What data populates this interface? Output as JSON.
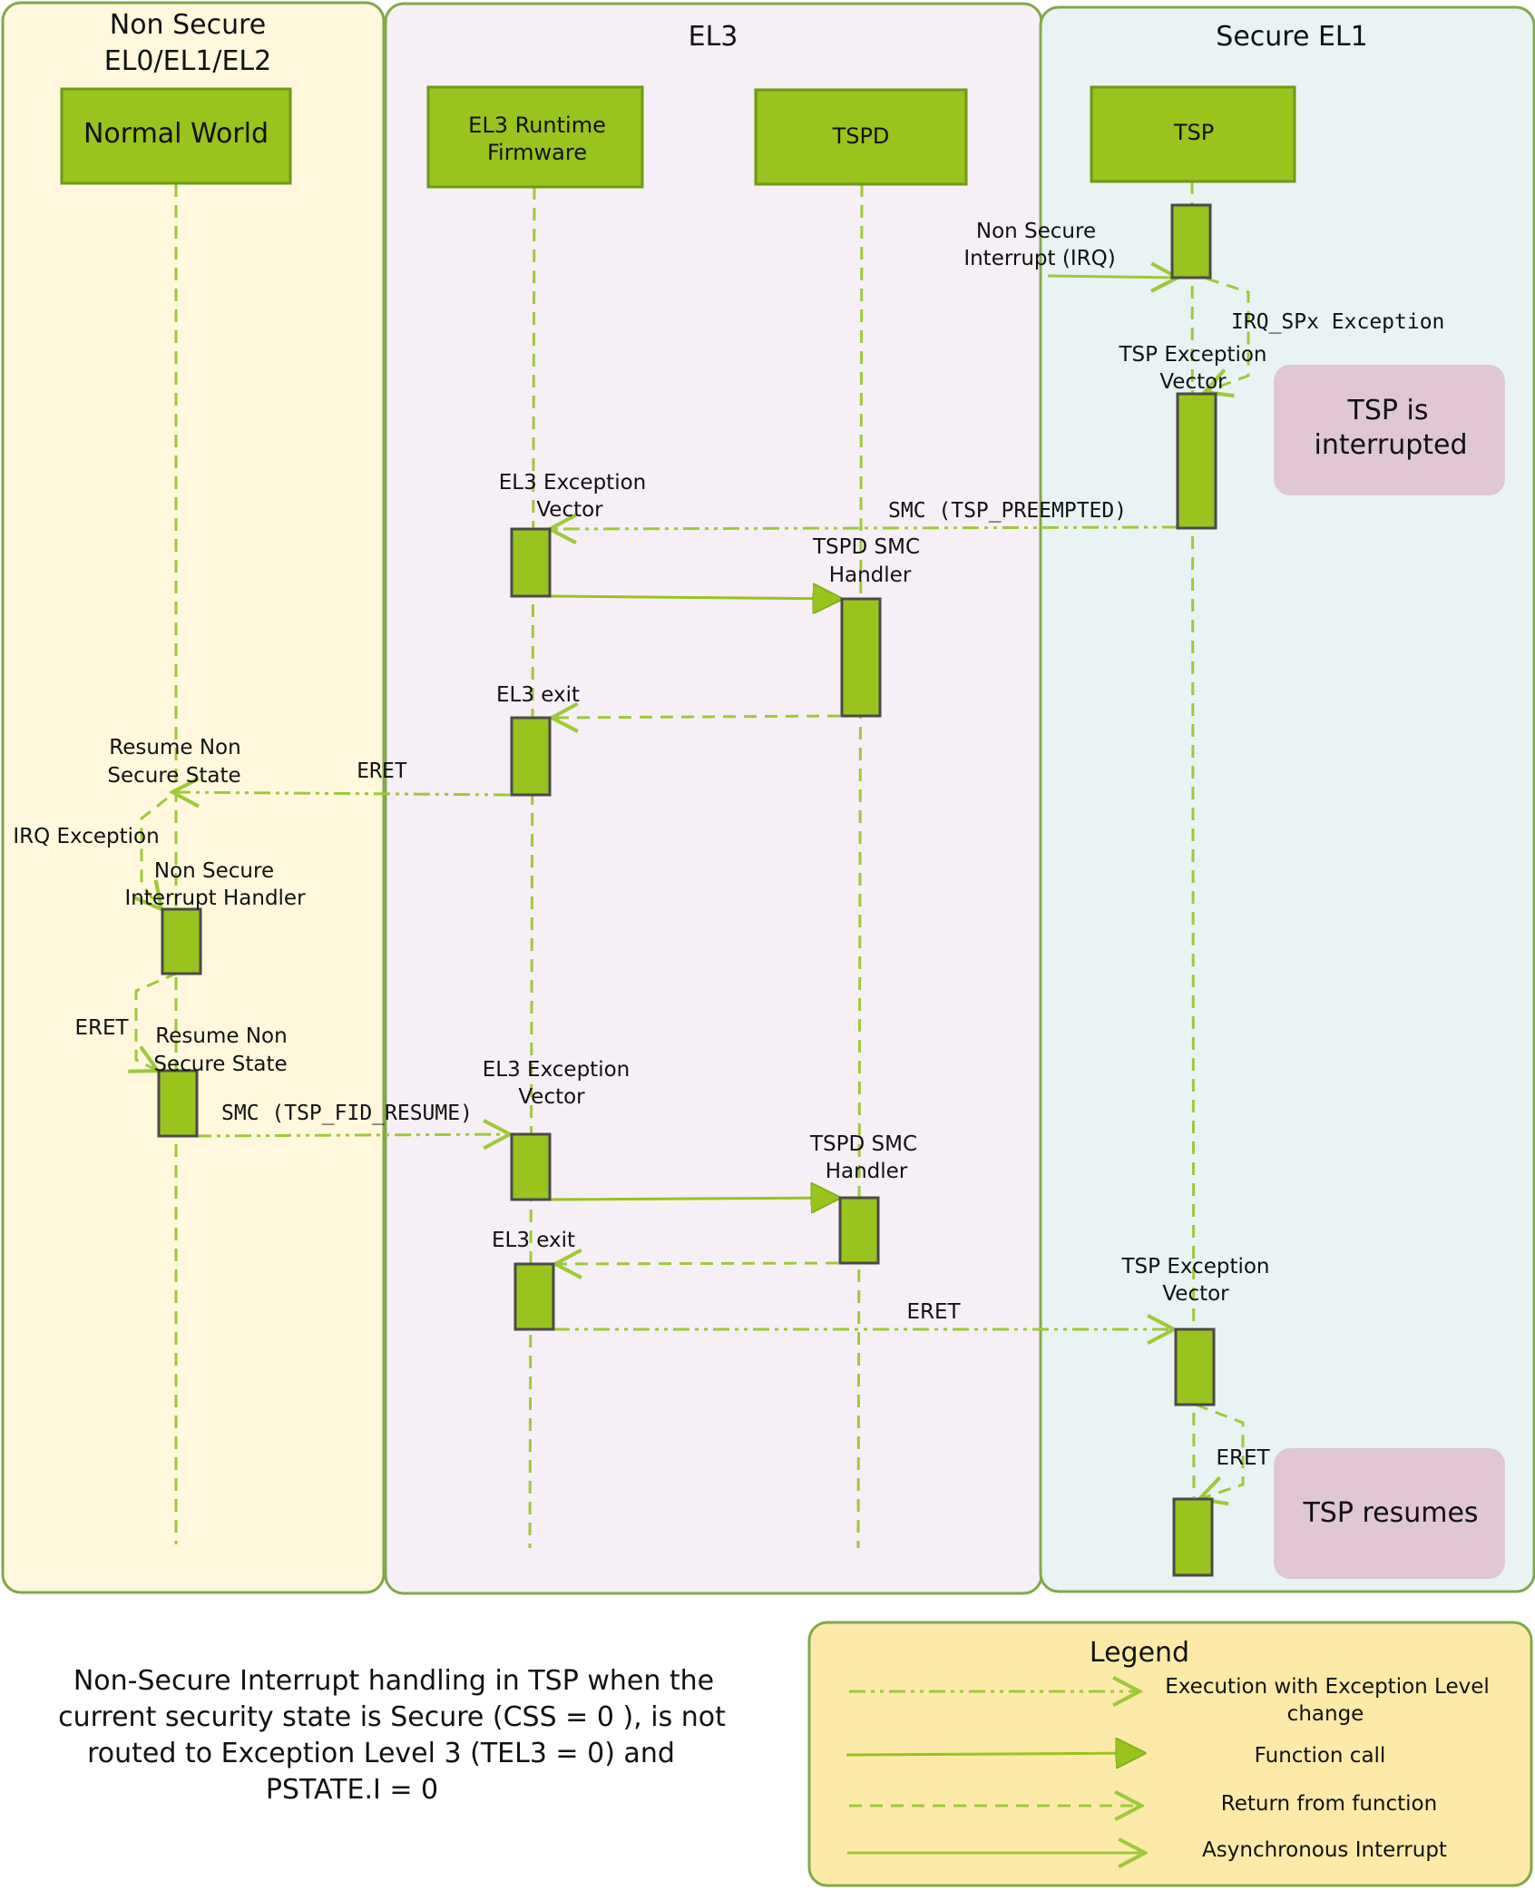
{
  "colors": {
    "nonsecure_bg": "#fff8dc",
    "el3_bg": "#f6eff5",
    "secure_bg": "#e9f3f3",
    "swimlane_border": "#82a84a",
    "box_fill": "#99c31d",
    "box_border": "#6e9a16",
    "activation_border": "#4a4a4a",
    "arrow": "#9ec93a",
    "note_fill": "#e0c7d3",
    "legend_fill": "#fdeaa8",
    "text": "#111111"
  },
  "lanes": {
    "nonsecure": {
      "title_line1": "Non Secure",
      "title_line2": "EL0/EL1/EL2"
    },
    "el3": {
      "title": "EL3"
    },
    "secure": {
      "title": "Secure EL1"
    }
  },
  "participants": {
    "normal_world": "Normal World",
    "el3_runtime_line1": "EL3 Runtime",
    "el3_runtime_line2": "Firmware",
    "tspd": "TSPD",
    "tsp": "TSP"
  },
  "labels": {
    "nsi_line1": "Non Secure",
    "nsi_line2": "Interrupt (IRQ)",
    "irq_spx": "IRQ_SPx Exception",
    "tsp_exc_vec1_line1": "TSP Exception",
    "tsp_exc_vec1_line2": "Vector",
    "smc_preempted": "SMC (TSP_PREEMPTED)",
    "el3_exc_vec1_line1": "EL3 Exception",
    "el3_exc_vec1_line2": "Vector",
    "tspd_smc1_line1": "TSPD SMC",
    "tspd_smc1_line2": "Handler",
    "el3_exit1": "EL3 exit",
    "resume_ns1_line1": "Resume Non",
    "resume_ns1_line2": "Secure State",
    "eret1": "ERET",
    "irq_exception": "IRQ Exception",
    "ns_handler_line1": "Non Secure",
    "ns_handler_line2": "Interrupt Handler",
    "eret2": "ERET",
    "resume_ns2_line1": "Resume Non",
    "resume_ns2_line2": "Secure State",
    "smc_resume": "SMC (TSP_FID_RESUME)",
    "el3_exc_vec2_line1": "EL3 Exception",
    "el3_exc_vec2_line2": "Vector",
    "tspd_smc2_line1": "TSPD SMC",
    "tspd_smc2_line2": "Handler",
    "el3_exit2": "EL3 exit",
    "eret3": "ERET",
    "tsp_exc_vec2_line1": "TSP Exception",
    "tsp_exc_vec2_line2": "Vector",
    "eret4": "ERET"
  },
  "notes": {
    "interrupted_line1": "TSP is",
    "interrupted_line2": "interrupted",
    "resumes": "TSP resumes"
  },
  "caption": {
    "line1": "Non-Secure Interrupt handling in TSP when the",
    "line2": "current security state is Secure (CSS = 0 ), is not",
    "line3": "routed to Exception Level 3 (TEL3 = 0) and",
    "line4": "PSTATE.I = 0"
  },
  "legend": {
    "title": "Legend",
    "item1_line1": "Execution with Exception Level",
    "item1_line2": "change",
    "item2": "Function call",
    "item3": "Return from function",
    "item4": "Asynchronous Interrupt"
  }
}
